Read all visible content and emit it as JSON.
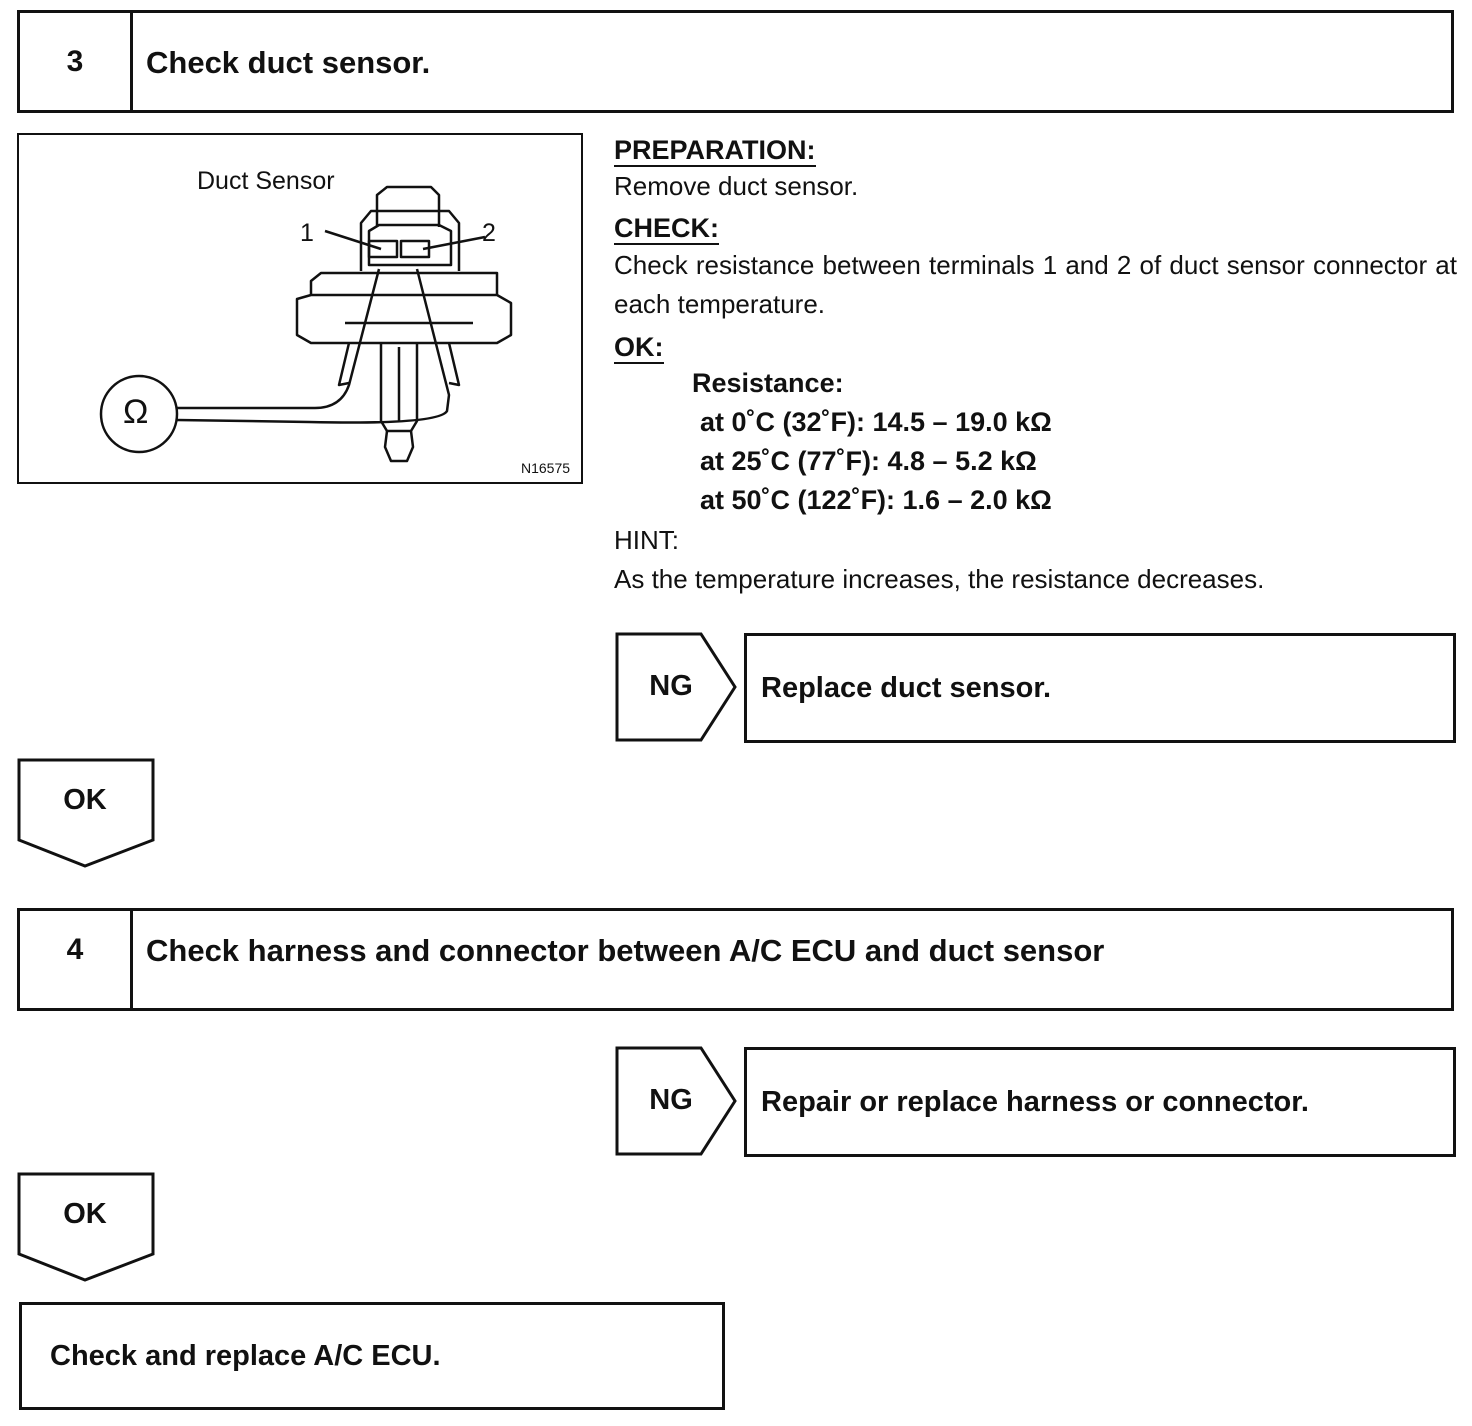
{
  "step3": {
    "number": "3",
    "title": "Check duct sensor."
  },
  "figure": {
    "label": "Duct Sensor",
    "terminal_1": "1",
    "terminal_2": "2",
    "meter_symbol": "Ω",
    "code": "N16575"
  },
  "instructions": {
    "preparation_heading": "PREPARATION:",
    "preparation_text": "Remove duct sensor.",
    "check_heading": "CHECK:",
    "check_text": "Check resistance between terminals 1 and 2 of duct sensor connector at each temperature.",
    "ok_heading": "OK:",
    "resistance_heading": "Resistance:",
    "specs": [
      "at 0˚C (32˚F): 14.5 – 19.0 kΩ",
      "at 25˚C (77˚F): 4.8 – 5.2 kΩ",
      "at 50˚C (122˚F): 1.6 – 2.0 kΩ"
    ],
    "hint_heading": "HINT:",
    "hint_text": "As the temperature increases, the resistance decreases."
  },
  "ng1": {
    "label": "NG",
    "action": "Replace duct sensor."
  },
  "ok1": {
    "label": "OK"
  },
  "step4": {
    "number": "4",
    "title": "Check harness and connector between A/C ECU and duct sensor"
  },
  "ng2": {
    "label": "NG",
    "action": "Repair or replace harness or connector."
  },
  "ok2": {
    "label": "OK"
  },
  "final": {
    "action": "Check and replace A/C ECU."
  }
}
